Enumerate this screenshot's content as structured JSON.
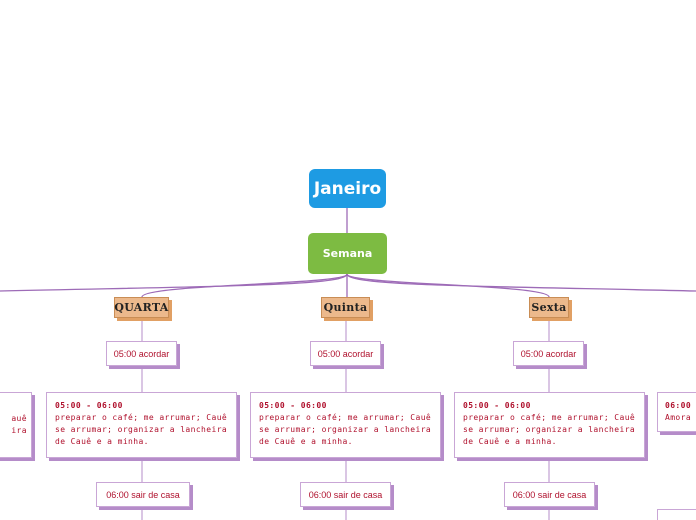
{
  "mindmap": {
    "root": "Janeiro",
    "main_topic": "Semana",
    "days": [
      {
        "name": "QUARTA",
        "wake": "05:00 acordar",
        "morning_time": "05:00 - 06:00",
        "morning_text": "preparar o café; me arrumar; Cauê\nse arrumar; organizar a lancheira\nde Cauê e a minha.",
        "leave": "06:00 sair de casa"
      },
      {
        "name": "Quinta",
        "wake": "05:00 acordar",
        "morning_time": "05:00 - 06:00",
        "morning_text": "preparar o café; me arrumar; Cauê\nse arrumar; organizar a lancheira\nde Cauê e a minha.",
        "leave": "06:00 sair de casa"
      },
      {
        "name": "Sexta",
        "wake": "05:00 acordar",
        "morning_time": "05:00 - 06:00",
        "morning_text": "preparar o café; me arrumar; Cauê\nse arrumar; organizar a lancheira\nde Cauê e a minha.",
        "leave": "06:00 sair de casa"
      }
    ],
    "left_partial": {
      "lines": "auê\nira"
    },
    "right_partial": {
      "time": "06:00",
      "text": "Amora"
    }
  }
}
